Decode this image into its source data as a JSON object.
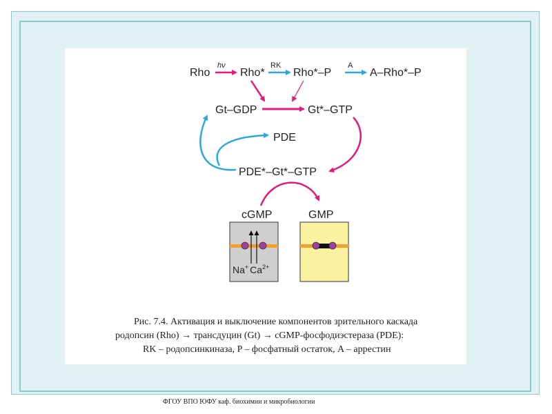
{
  "diagram": {
    "top_row": {
      "rho": "Rho",
      "hv": "hν",
      "rho_star": "Rho*",
      "rk": "RK",
      "rho_star_p": "Rho*–P",
      "a": "A",
      "a_rho_star_p": "A–Rho*–P"
    },
    "gt_gdp": "Gt–GDP",
    "gt_star_gtp": "Gt*–GTP",
    "pde": "PDE",
    "pde_complex": "PDE*–Gt*–GTP",
    "cgmp": "cGMP",
    "gmp": "GMP",
    "na": "Na",
    "na_sup": "+",
    "ca": "Ca",
    "ca_sup": "2+"
  },
  "caption": {
    "line1": "Рис. 7.4. Активация и выключение компонентов зрительного каскада",
    "line2": "родопсин (Rho) → трансдуцин (Gt) → cGMP-фосфодиэстераза (PDE):",
    "line3": "RK – родопсинкиназа, P – фосфатный остаток, A – аррестин"
  },
  "footer": "ФГОУ ВПО ЮФУ  каф. биохимии и микробиологии",
  "colors": {
    "magenta": "#e4187f",
    "cyan": "#29a8e0",
    "frame": "#dff1f2"
  }
}
